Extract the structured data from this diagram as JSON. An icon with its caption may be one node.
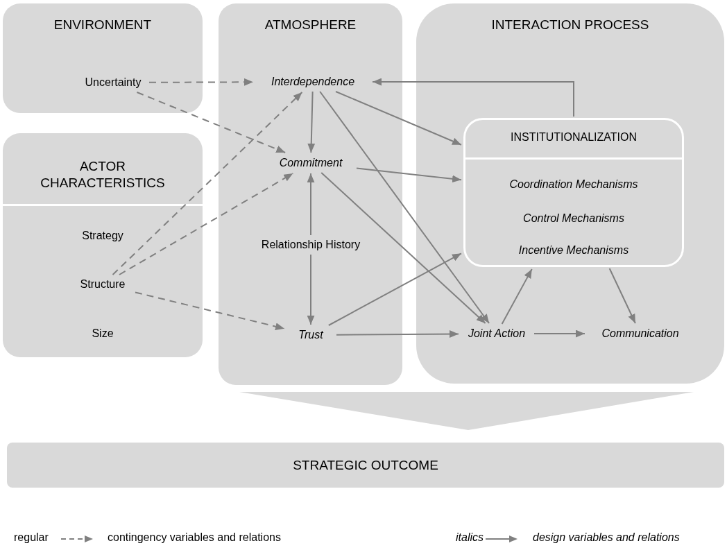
{
  "diagram": {
    "nodes": [
      {
        "text": [
          "ENVIRONMENT"
        ]
      },
      {
        "text": [
          "Uncertainty"
        ],
        "in": 0
      },
      {
        "text": [
          "ACTOR CHARACTERISTICS"
        ]
      },
      {
        "text": [
          "Strategy"
        ],
        "in": 2
      },
      {
        "text": [
          "Structure"
        ],
        "in": 2
      },
      {
        "text": [
          "Size"
        ],
        "in": 2
      },
      {
        "text": [
          "ATMOSPHERE"
        ]
      },
      {
        "text": [
          "Interdependence"
        ],
        "in": 6
      },
      {
        "text": [
          "Commitment"
        ],
        "in": 6
      },
      {
        "text": [
          "Relationship History"
        ],
        "in": 6
      },
      {
        "text": [
          "Trust"
        ],
        "in": 6
      },
      {
        "text": [
          "INTERACTION PROCESS"
        ]
      },
      {
        "text": [
          "INSTITUTIONALIZATION",
          "Coordination Mechanisms",
          "Control Mechanisms",
          "Incentive Mechanisms"
        ],
        "in": 11
      },
      {
        "text": [
          "Joint Action"
        ],
        "in": 11
      },
      {
        "text": [
          "Communication"
        ],
        "in": 11
      },
      {
        "text": [
          "STRATEGIC OUTCOME"
        ]
      }
    ],
    "edges": [
      {
        "from": 1,
        "to": 7,
        "arrow": "to",
        "style": "dashed"
      },
      {
        "from": 1,
        "to": 8,
        "arrow": "to",
        "style": "dashed"
      },
      {
        "from": 4,
        "to": 7,
        "arrow": "to",
        "style": "dashed"
      },
      {
        "from": 4,
        "to": 8,
        "arrow": "to",
        "style": "dashed"
      },
      {
        "from": 4,
        "to": 10,
        "arrow": "to",
        "style": "dashed"
      },
      {
        "from": 7,
        "to": 8,
        "arrow": "to"
      },
      {
        "from": 9,
        "to": 8,
        "arrow": "to"
      },
      {
        "from": 9,
        "to": 10,
        "arrow": "to"
      },
      {
        "from": 7,
        "to": 12,
        "arrow": "to"
      },
      {
        "from": 8,
        "to": 12,
        "arrow": "to"
      },
      {
        "from": 10,
        "to": 12,
        "arrow": "to"
      },
      {
        "from": 7,
        "to": 13,
        "arrow": "to"
      },
      {
        "from": 8,
        "to": 13,
        "arrow": "to"
      },
      {
        "from": 10,
        "to": 13,
        "arrow": "to"
      },
      {
        "from": 12,
        "to": 7,
        "arrow": "to"
      },
      {
        "from": 13,
        "to": 12,
        "arrow": "to"
      },
      {
        "from": 12,
        "to": 14,
        "arrow": "to"
      },
      {
        "from": 13,
        "to": 14,
        "arrow": "to"
      }
    ],
    "labels": [
      "regular",
      "italics"
    ],
    "legend": [
      {
        "text": "contingency variables and relations"
      },
      {
        "text": "design variables and relations"
      }
    ]
  }
}
